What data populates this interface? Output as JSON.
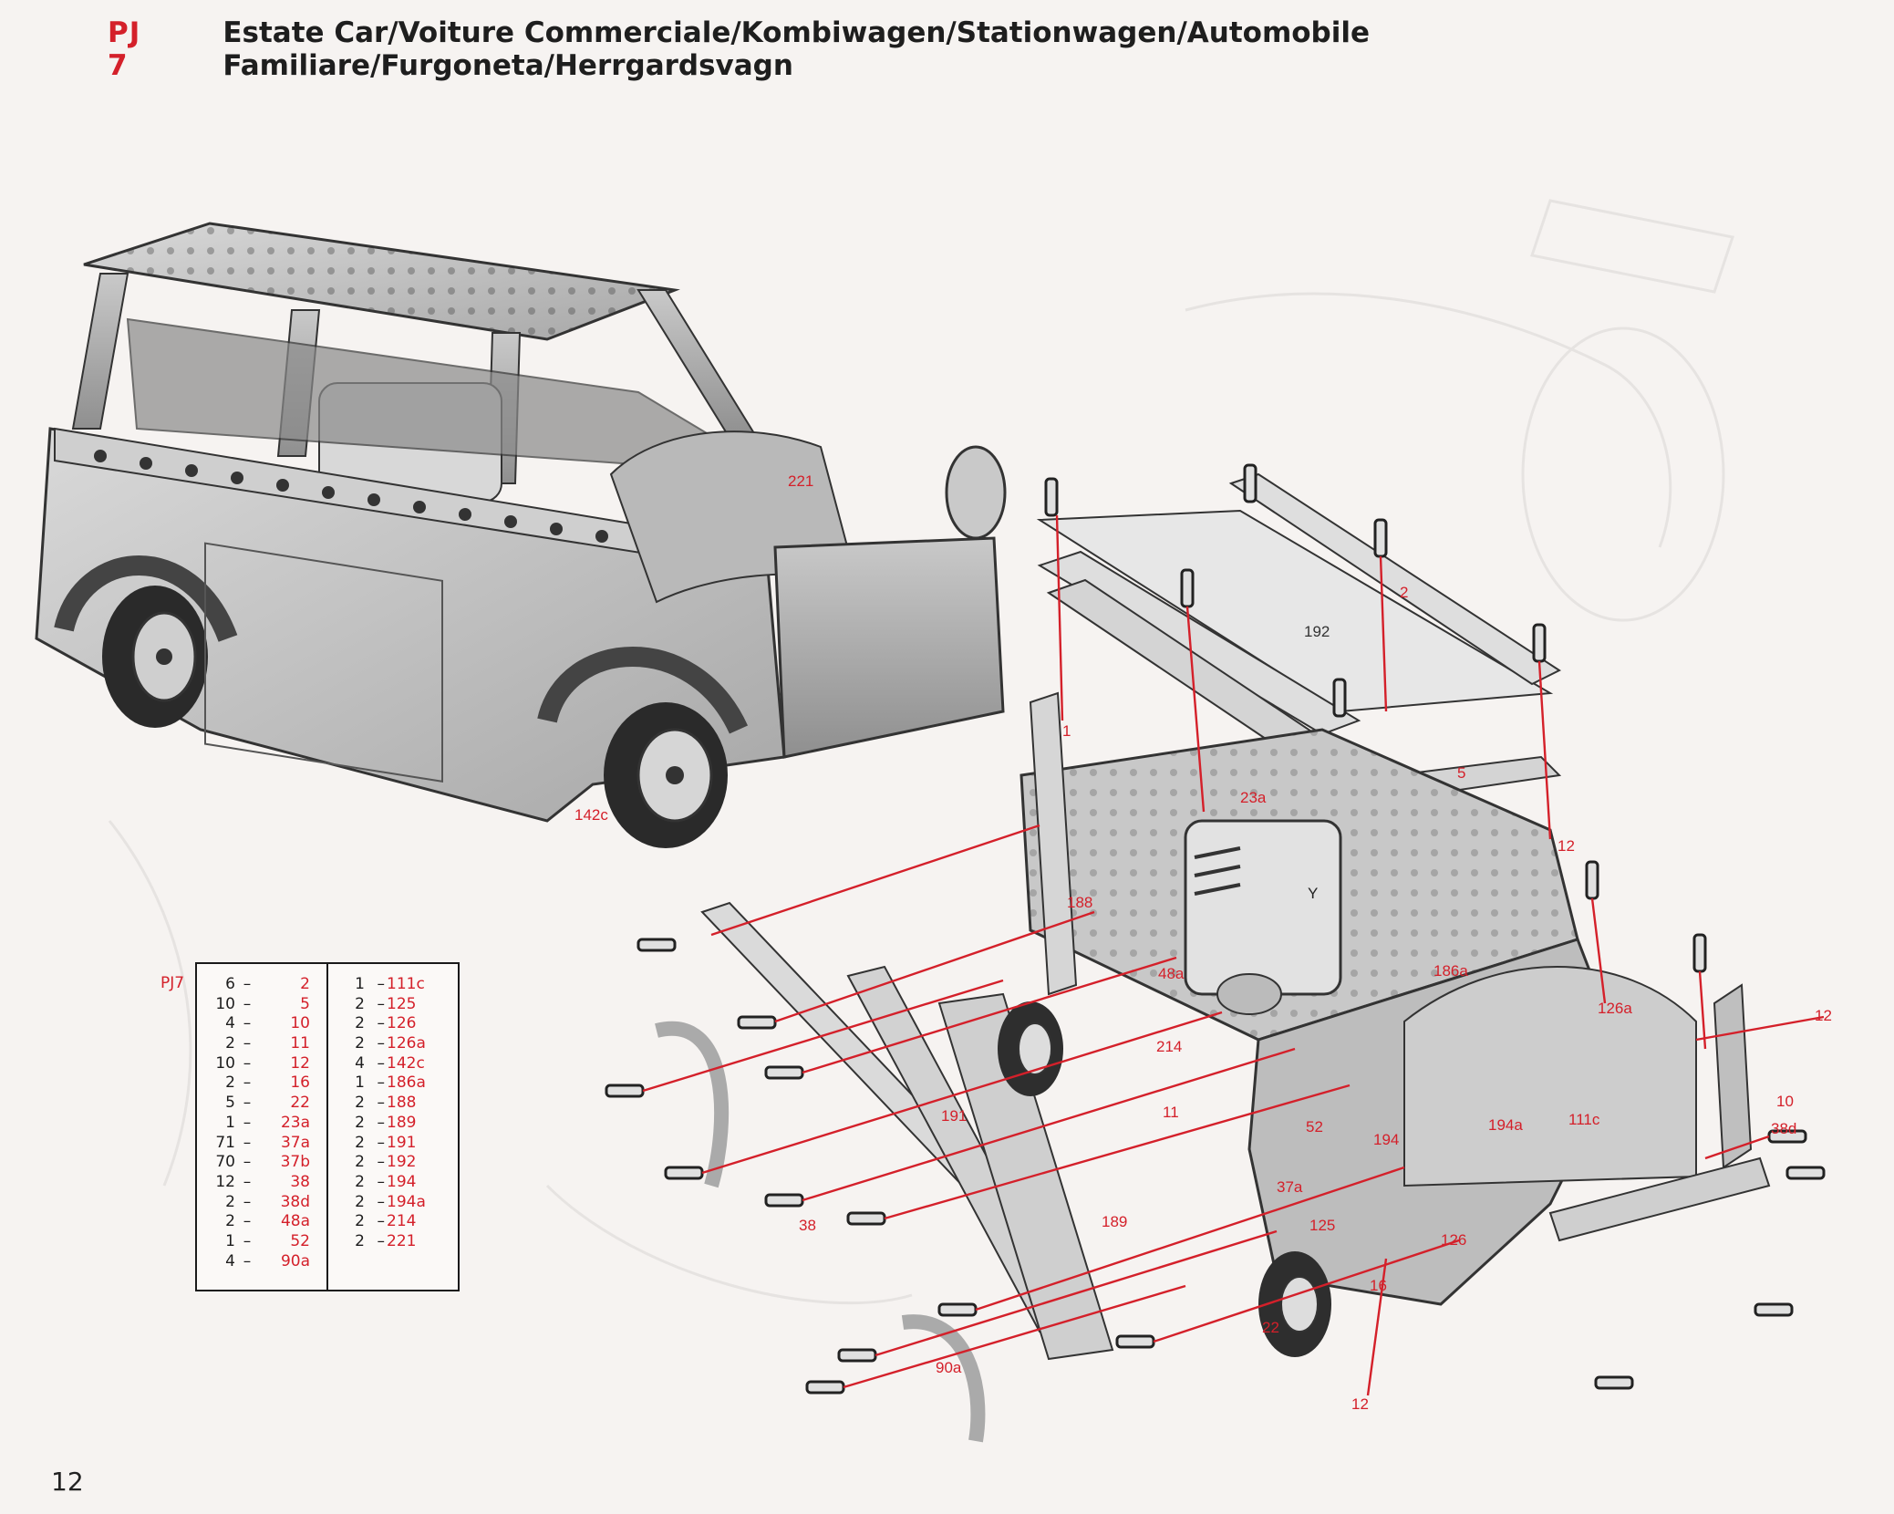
{
  "header": {
    "model_code": "PJ 7",
    "title": "Estate Car/Voiture Commerciale/Kombiwagen/Stationwagen/Automobile Familiare/Furgoneta/Herrgardsvagn"
  },
  "page_number": "12",
  "parts_list": {
    "code": "PJ7",
    "left": [
      {
        "qty": "6",
        "part": "2"
      },
      {
        "qty": "10",
        "part": "5"
      },
      {
        "qty": "4",
        "part": "10"
      },
      {
        "qty": "2",
        "part": "11"
      },
      {
        "qty": "10",
        "part": "12"
      },
      {
        "qty": "2",
        "part": "16"
      },
      {
        "qty": "5",
        "part": "22"
      },
      {
        "qty": "1",
        "part": "23a"
      },
      {
        "qty": "71",
        "part": "37a"
      },
      {
        "qty": "70",
        "part": "37b"
      },
      {
        "qty": "12",
        "part": "38"
      },
      {
        "qty": "2",
        "part": "38d"
      },
      {
        "qty": "2",
        "part": "48a"
      },
      {
        "qty": "1",
        "part": "52"
      },
      {
        "qty": "4",
        "part": "90a"
      }
    ],
    "right": [
      {
        "qty": "1",
        "part": "111c"
      },
      {
        "qty": "2",
        "part": "125"
      },
      {
        "qty": "2",
        "part": "126"
      },
      {
        "qty": "2",
        "part": "126a"
      },
      {
        "qty": "4",
        "part": "142c"
      },
      {
        "qty": "1",
        "part": "186a"
      },
      {
        "qty": "2",
        "part": "188"
      },
      {
        "qty": "2",
        "part": "189"
      },
      {
        "qty": "2",
        "part": "191"
      },
      {
        "qty": "2",
        "part": "192"
      },
      {
        "qty": "2",
        "part": "194"
      },
      {
        "qty": "2",
        "part": "194a"
      },
      {
        "qty": "2",
        "part": "214"
      },
      {
        "qty": "2",
        "part": "221"
      }
    ]
  },
  "callouts": {
    "c221": "221",
    "c142c": "142c",
    "c192": "192",
    "c2": "2",
    "c1": "1",
    "c5": "5",
    "c23a": "23a",
    "c12a": "12",
    "c188": "188",
    "cY": "Y",
    "c48a": "48a",
    "c186a": "186a",
    "c126a": "126a",
    "c12b": "12",
    "c214": "214",
    "c11": "11",
    "c191": "191",
    "c52": "52",
    "c194": "194",
    "c194a": "194a",
    "c111c": "111c",
    "c10": "10",
    "c38d": "38d",
    "c37a": "37a",
    "c38": "38",
    "c189": "189",
    "c125": "125",
    "c126": "126",
    "c16": "16",
    "c22": "22",
    "c90a": "90a",
    "c12c": "12"
  }
}
